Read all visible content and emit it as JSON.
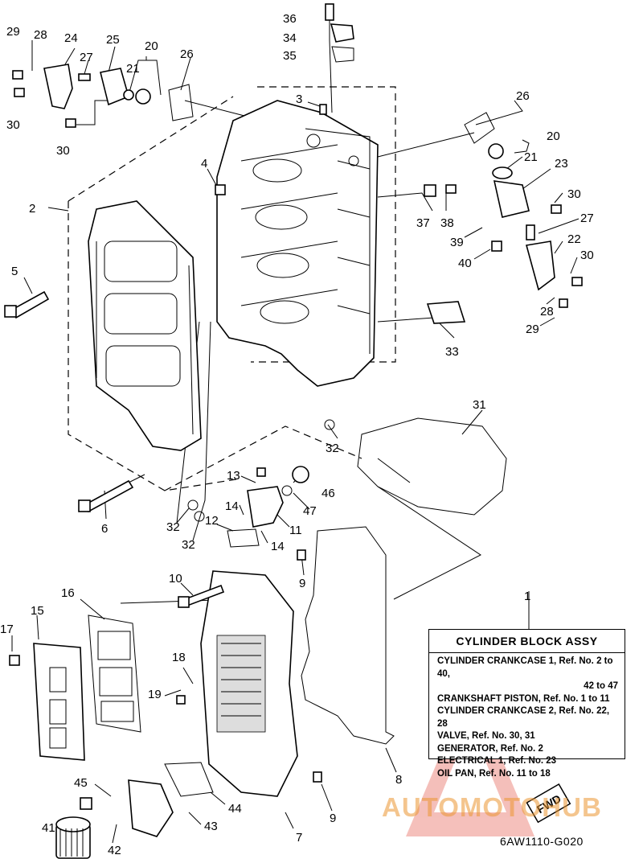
{
  "callouts": [
    "36",
    "34",
    "35",
    "29",
    "28",
    "24",
    "25",
    "20",
    "27",
    "21",
    "26",
    "30",
    "30",
    "3",
    "4",
    "2",
    "5",
    "26",
    "20",
    "21",
    "23",
    "30",
    "27",
    "22",
    "30",
    "28",
    "29",
    "37",
    "38",
    "39",
    "40",
    "33",
    "31",
    "32",
    "13",
    "46",
    "47",
    "14",
    "12",
    "11",
    "14",
    "32",
    "32",
    "6",
    "10",
    "9",
    "16",
    "15",
    "17",
    "18",
    "19",
    "45",
    "41",
    "42",
    "43",
    "44",
    "7",
    "9",
    "8",
    "1"
  ],
  "legend": {
    "title": "CYLINDER BLOCK ASSY",
    "lines": [
      "CYLINDER CRANKCASE 1, Ref. No. 2 to 40,",
      "42 to 47",
      "CRANKSHAFT PISTON, Ref. No. 1 to 11",
      "CYLINDER CRANKCASE 2, Ref. No. 22, 28",
      "VALVE, Ref. No. 30, 31",
      "GENERATOR, Ref. No. 2",
      "ELECTRICAL 1, Ref. No. 23",
      "OIL PAN, Ref. No. 11 to 18"
    ]
  },
  "fwd_label": "FWD",
  "diagram_code": "6AW1110-G020",
  "watermark": "AUTOMOTOHUB",
  "colors": {
    "watermark": "#e8963c",
    "ink": "#000000"
  }
}
